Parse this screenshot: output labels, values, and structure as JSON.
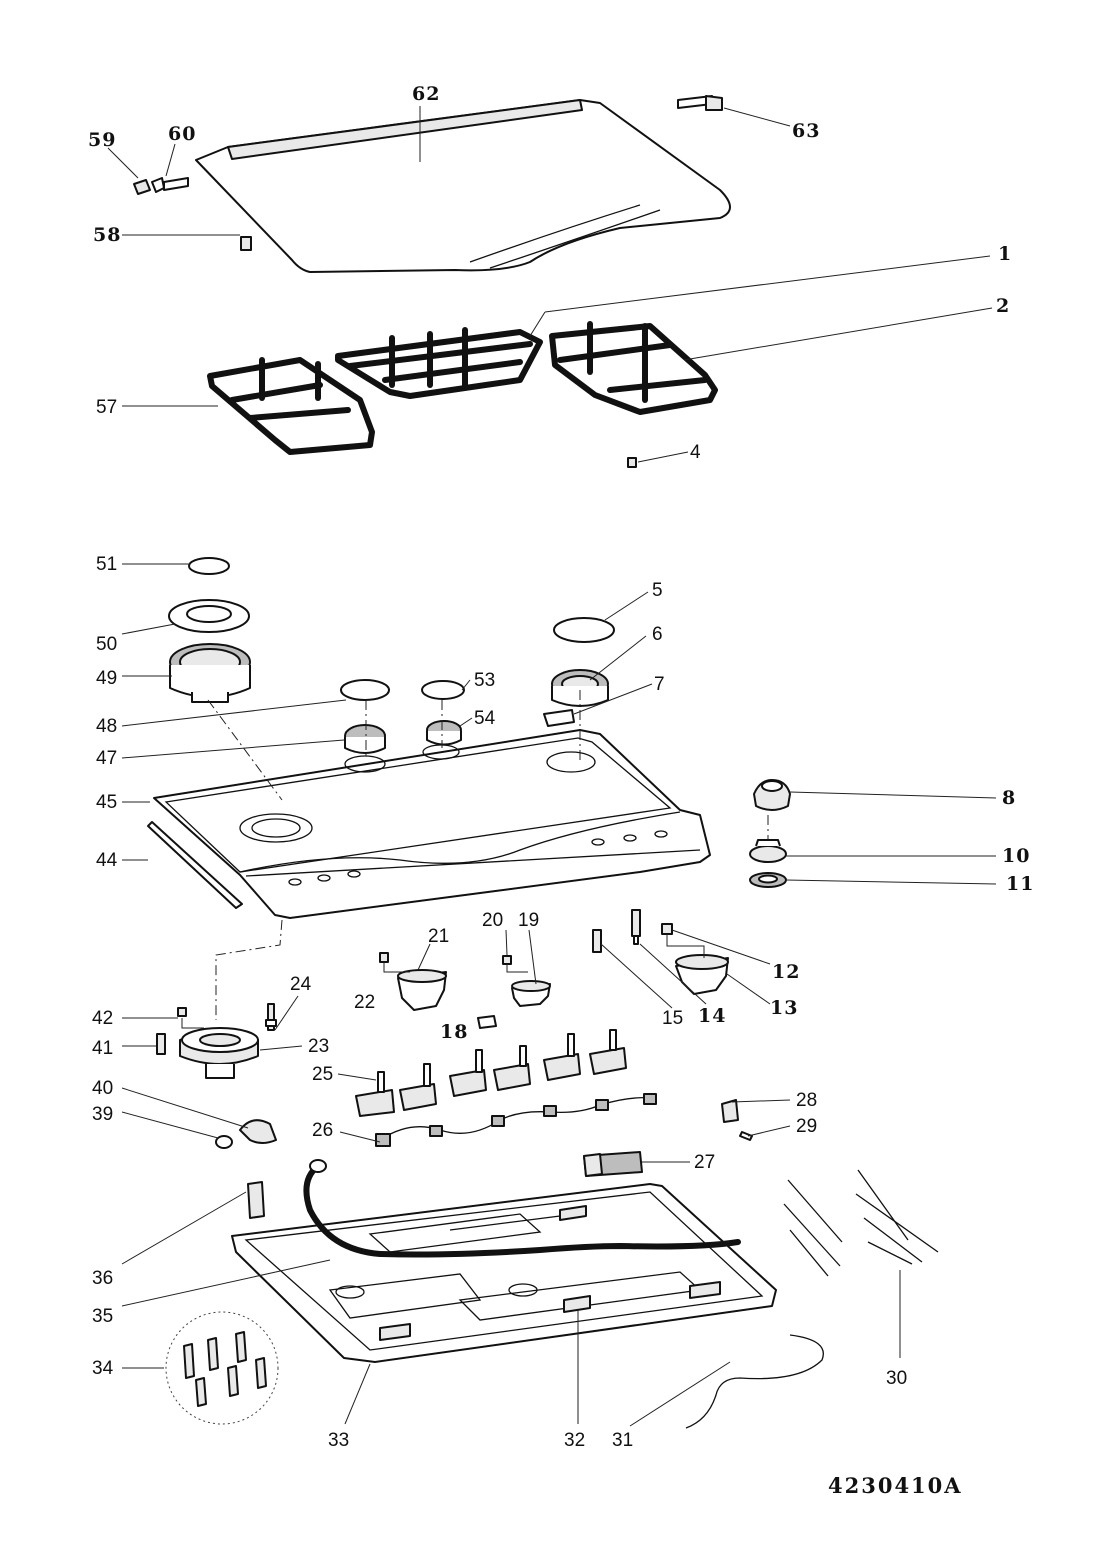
{
  "diagram": {
    "drawing_code": "4230410A",
    "callouts": [
      "62",
      "63",
      "59",
      "60",
      "58",
      "1",
      "2",
      "57",
      "4",
      "51",
      "5",
      "50",
      "6",
      "49",
      "53",
      "7",
      "48",
      "54",
      "47",
      "45",
      "8",
      "44",
      "10",
      "11",
      "21",
      "20",
      "19",
      "22",
      "12",
      "24",
      "14",
      "15",
      "13",
      "18",
      "42",
      "23",
      "41",
      "25",
      "40",
      "28",
      "39",
      "26",
      "29",
      "27",
      "36",
      "35",
      "34",
      "30",
      "33",
      "32",
      "31"
    ]
  }
}
